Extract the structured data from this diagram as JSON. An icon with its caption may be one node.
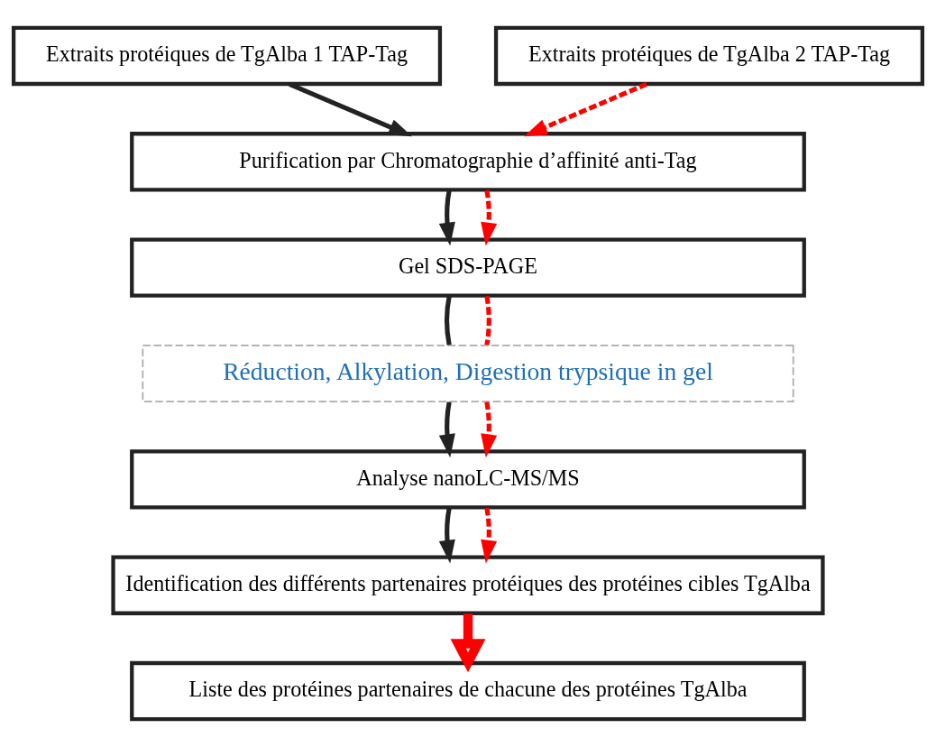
{
  "diagram": {
    "nodes": [
      {
        "text": [
          "Extraits protéiques de TgAlba 1 TAP-Tag"
        ]
      },
      {
        "text": [
          "Extraits protéiques de TgAlba 2 TAP-Tag"
        ]
      },
      {
        "text": [
          "Purification par Chromatographie d’affinité anti-Tag"
        ]
      },
      {
        "text": [
          "Gel SDS-PAGE"
        ]
      },
      {
        "text": [
          "Réduction, Alkylation, Digestion trypsique in gel"
        ]
      },
      {
        "text": [
          "Analyse nanoLC-MS/MS"
        ]
      },
      {
        "text": [
          "Identification des différents partenaires protéiques des protéines cibles TgAlba"
        ]
      },
      {
        "text": [
          "Liste des protéines partenaires de chacune des protéines TgAlba"
        ]
      }
    ],
    "edges": [
      {
        "from": 0,
        "to": 2,
        "arrow": "to",
        "color": "#222222"
      },
      {
        "from": 1,
        "to": 2,
        "arrow": "to",
        "style": "dashed",
        "color": "#ff0000"
      },
      {
        "from": 2,
        "to": 3,
        "arrow": "to",
        "color": "#222222"
      },
      {
        "from": 2,
        "to": 3,
        "arrow": "to",
        "style": "dashed",
        "color": "#ff0000"
      },
      {
        "from": 3,
        "to": 4,
        "arrow": "none",
        "color": "#222222"
      },
      {
        "from": 3,
        "to": 4,
        "arrow": "none",
        "style": "dashed",
        "color": "#ff0000"
      },
      {
        "from": 4,
        "to": 5,
        "arrow": "to",
        "color": "#222222"
      },
      {
        "from": 4,
        "to": 5,
        "arrow": "to",
        "style": "dashed",
        "color": "#ff0000"
      },
      {
        "from": 5,
        "to": 6,
        "arrow": "to",
        "color": "#222222"
      },
      {
        "from": 5,
        "to": 6,
        "arrow": "to",
        "style": "dashed",
        "color": "#ff0000"
      },
      {
        "from": 6,
        "to": 7,
        "arrow": "to",
        "style": "thick",
        "color": "#ff0000"
      }
    ]
  }
}
